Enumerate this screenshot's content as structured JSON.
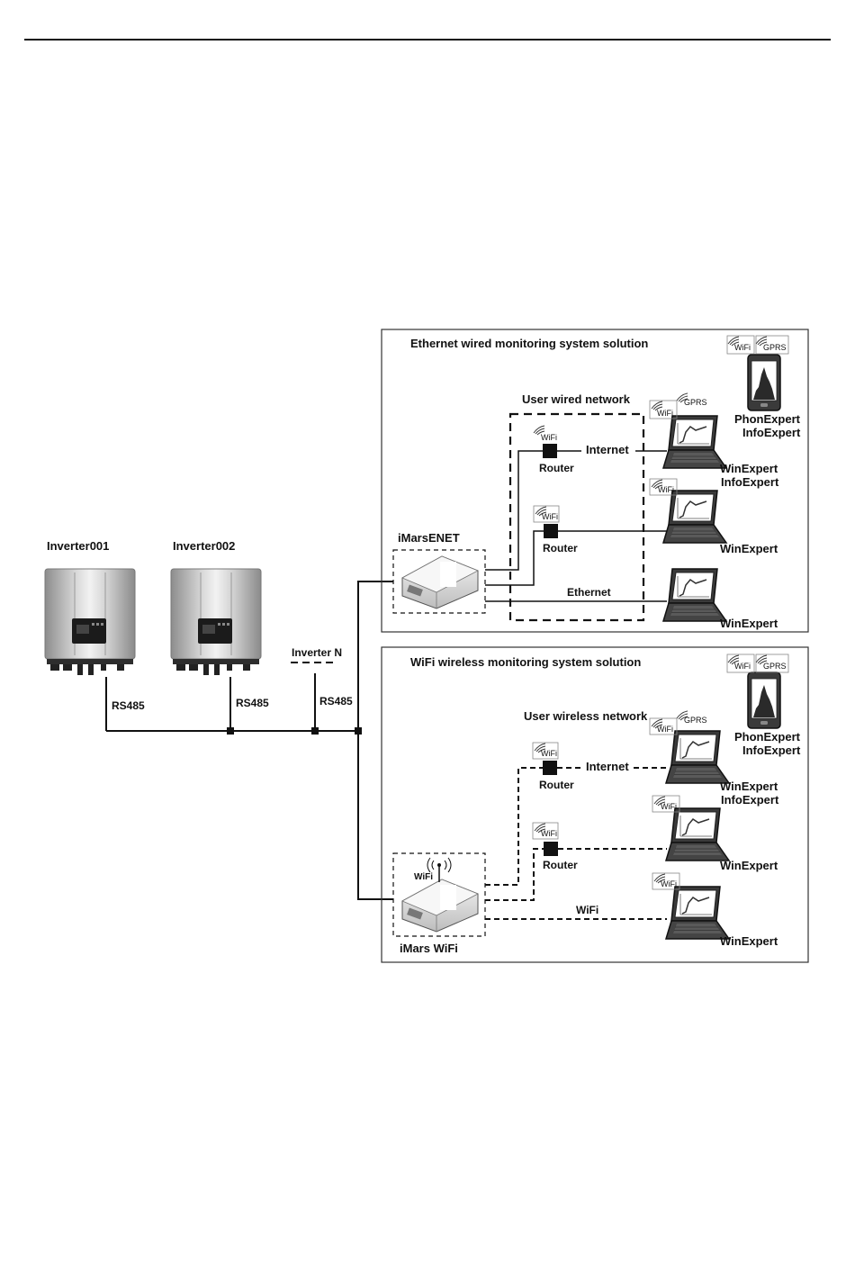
{
  "inverters": {
    "inv1": "Inverter001",
    "inv2": "Inverter002",
    "invN": "Inverter N",
    "bus_label": "RS485"
  },
  "wired": {
    "title": "Ethernet wired monitoring system solution",
    "network": "User wired network",
    "device": "iMarsENET",
    "router": "Router",
    "internet": "Internet",
    "ethernet": "Ethernet",
    "phone_top": "PhonExpert",
    "phone_bottom": "InfoExpert",
    "pc1_top": "WinExpert",
    "pc1_bottom": "InfoExpert",
    "pc2": "WinExpert",
    "pc3": "WinExpert"
  },
  "wireless": {
    "title": "WiFi wireless monitoring system solution",
    "network": "User wireless network",
    "device": "iMars WiFi",
    "router": "Router",
    "internet": "Internet",
    "wifi_link": "WiFi",
    "phone_top": "PhonExpert",
    "phone_bottom": "InfoExpert",
    "pc1_top": "WinExpert",
    "pc1_bottom": "InfoExpert",
    "pc2": "WinExpert",
    "pc3": "WinExpert"
  },
  "badges": {
    "wifi": "WiFi",
    "gprs": "GPRS"
  },
  "icons": [
    "inverter-icon",
    "router-icon",
    "laptop-icon",
    "smartphone-icon",
    "wifi-signal-icon",
    "antenna-icon",
    "datalogger-icon"
  ]
}
